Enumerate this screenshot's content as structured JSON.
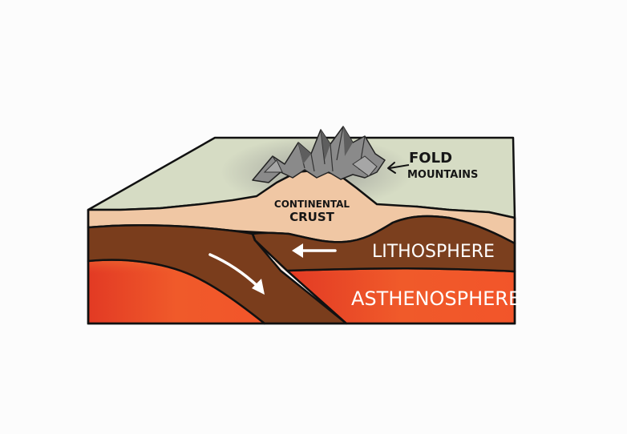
{
  "labels": {
    "fold_mountains_line1": "FOLD",
    "fold_mountains_line2": "MOUNTAINS",
    "continental_crust_line1": "CONTINENTAL",
    "continental_crust_line2": "CRUST",
    "lithosphere": "LITHOSPHERE",
    "asthenosphere": "ASTHENOSPHERE"
  },
  "colors": {
    "surface": "#d6dcc4",
    "continental_crust": "#f0c7a4",
    "lithosphere": "#7a3d1c",
    "asthenosphere": "#ee4a22",
    "outline": "#111111",
    "mountains": "#8c8c8c"
  }
}
